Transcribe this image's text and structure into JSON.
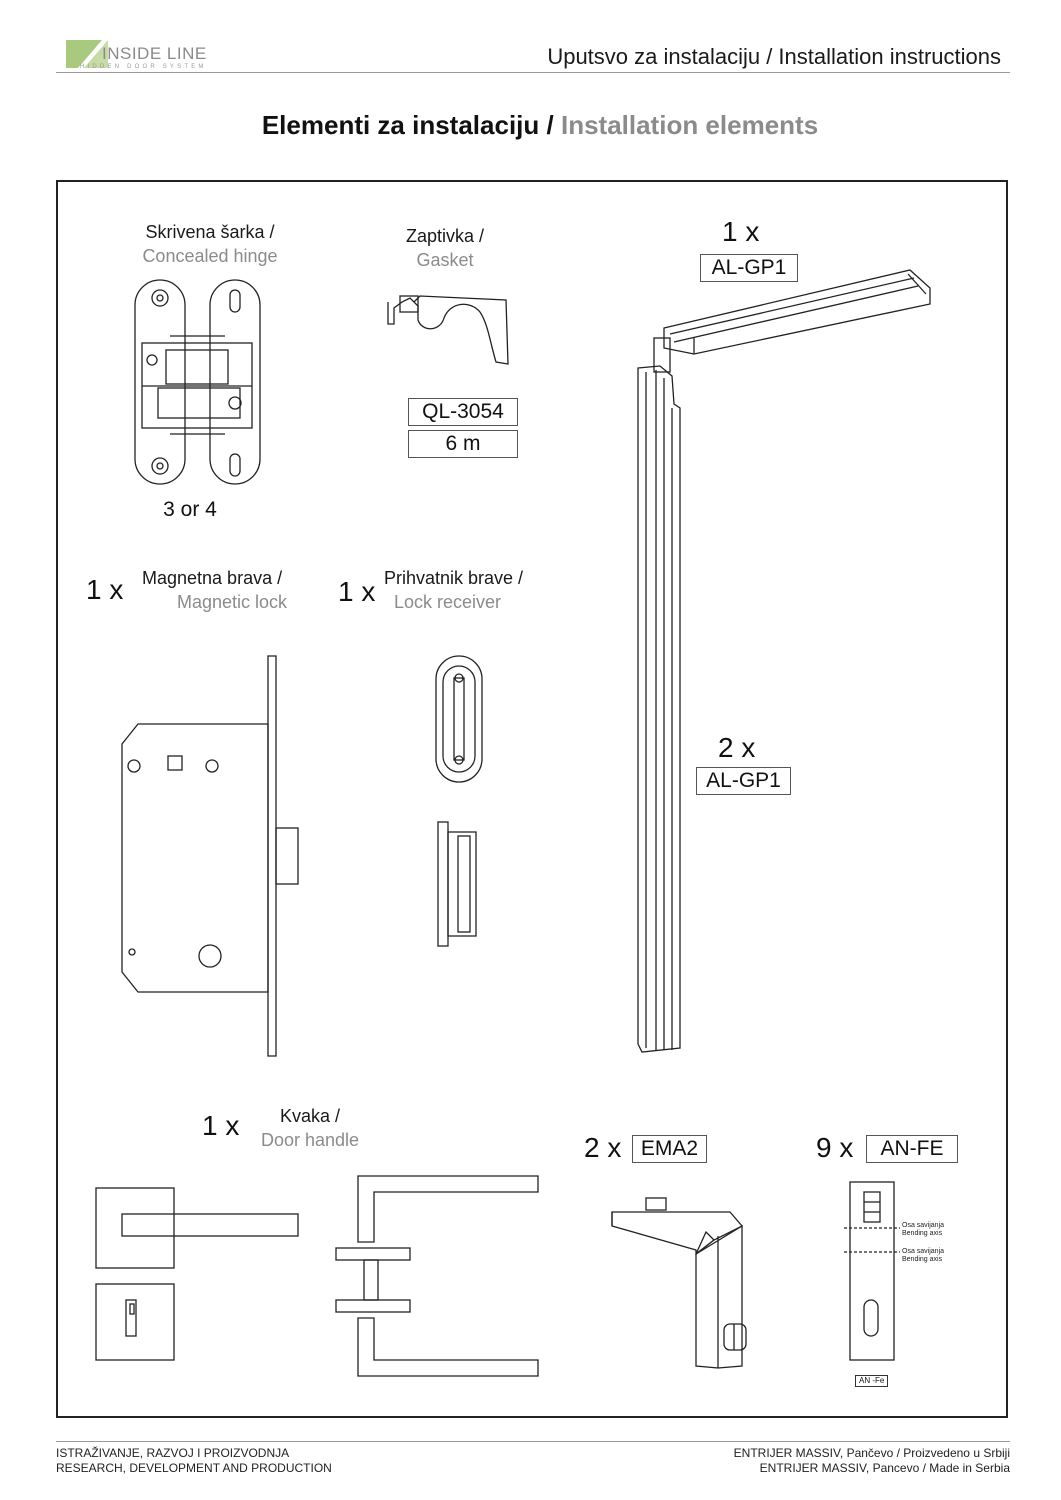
{
  "header": {
    "brand": "INSIDE LINE",
    "brand_sub": "HIDDEN DOOR SYSTEM",
    "title": "Uputsvo za instalaciju / Installation instructions"
  },
  "page_title": {
    "sr": "Elementi za instalaciju /",
    "en": "Installation elements"
  },
  "items": {
    "hinge": {
      "sr": "Skrivena šarka /",
      "en": "Concealed hinge",
      "count": "3 or 4"
    },
    "gasket": {
      "sr": "Zaptivka /",
      "en": "Gasket",
      "code": "QL-3054",
      "length": "6 m"
    },
    "profile_top": {
      "qty": "1 x",
      "code": "AL-GP1"
    },
    "profile_side": {
      "qty": "2 x",
      "code": "AL-GP1"
    },
    "magnetic_lock": {
      "qty": "1 x",
      "sr": "Magnetna brava /",
      "en": "Magnetic lock"
    },
    "lock_receiver": {
      "qty": "1 x",
      "sr": "Prihvatnik brave /",
      "en": "Lock receiver"
    },
    "door_handle": {
      "qty": "1 x",
      "sr": "Kvaka /",
      "en": "Door handle"
    },
    "ema": {
      "qty": "2 x",
      "code": "EMA2"
    },
    "anfe": {
      "qty": "9 x",
      "code": "AN-FE",
      "bend_sr": "Osa savijanja",
      "bend_en": "Bending axis",
      "plate_label": "AN -Fe"
    }
  },
  "footer": {
    "left_sr": "ISTRAŽIVANJE, RAZVOJ I PROIZVODNJA",
    "left_en": "RESEARCH, DEVELOPMENT AND PRODUCTION",
    "right_sr": "ENTRIJER MASSIV, Pančevo / Proizvedeno u Srbiji",
    "right_en": "ENTRIJER MASSIV, Pancevo / Made in Serbia"
  }
}
